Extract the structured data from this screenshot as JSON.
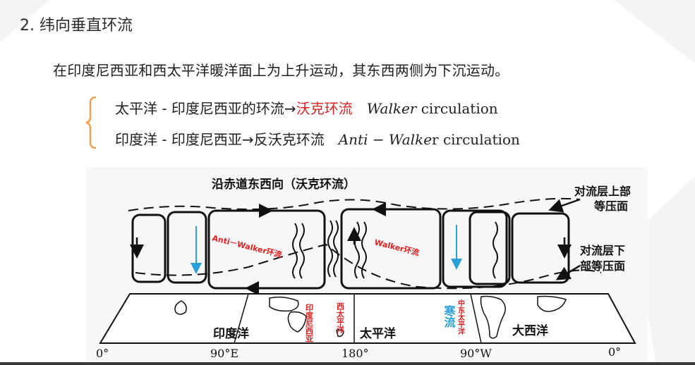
{
  "slide": {
    "title": "2. 纬向垂直环流",
    "intro": "在印度尼西亚和西太平洋暖洋面上为上升运动，其东西两侧为下沉运动。",
    "line1": {
      "prefix": "太平洋 - 印度尼西亚的环流→",
      "highlight": "沃克环流",
      "term": "Walker",
      "suffix": " circulation"
    },
    "line2": {
      "prefix": "印度洋 - 印度尼西亚→反沃克环流",
      "term": "Anti − Walke",
      "suffix": "r circulation"
    }
  },
  "figure": {
    "caption": "沿赤道东西向（沃克环流）",
    "upper_label_line1": "对流层上部",
    "upper_label_line2": "等压面",
    "lower_label_line1": "对流层下",
    "lower_label_line2": "部等压面",
    "anti_walker_label": "Anti－Walker环流",
    "walker_label": "Walker环流",
    "indonesia_label": "印度尼西亚",
    "west_pacific_label": "西太平洋",
    "cold_current_label": "寒流",
    "central_east_pacific_label": "中东太平洋",
    "ocean_indian": "印度洋",
    "ocean_pacific": "太平洋",
    "ocean_atlantic": "大西洋",
    "lon_0_left": "0°",
    "lon_90e": "90°E",
    "lon_180": "180°",
    "lon_90w": "90°W",
    "lon_0_right": "0°",
    "colors": {
      "red": "#e02020",
      "blue": "#2aa0d8",
      "brace": "#f0a050"
    }
  }
}
